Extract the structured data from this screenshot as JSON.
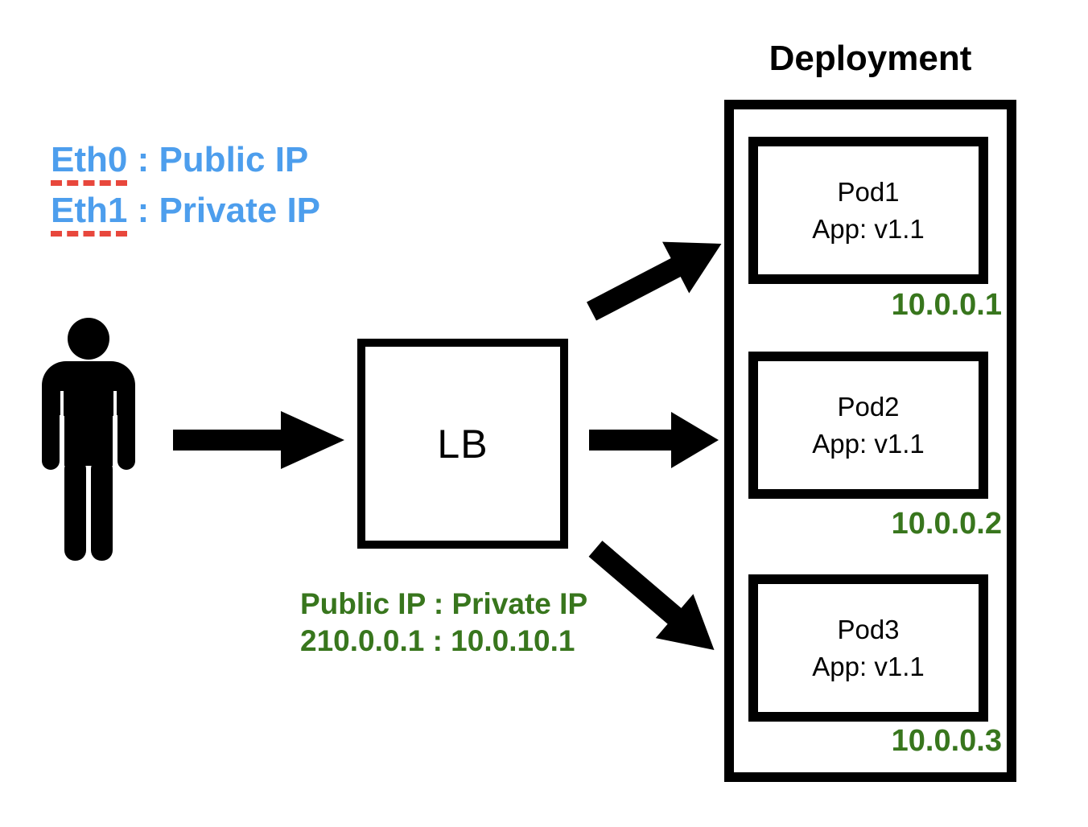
{
  "diagram_title": "Deployment",
  "colors": {
    "note_blue": "#4d9eed",
    "note_green": "#38761d",
    "underline_red": "#e8473c",
    "shape_black": "#000000",
    "background": "#ffffff"
  },
  "annotations": {
    "eth_note": {
      "lines": [
        {
          "term": "Eth0",
          "rest": " : Public IP"
        },
        {
          "term": "Eth1",
          "rest": " : Private IP"
        }
      ]
    },
    "nat_note": {
      "line1": "Public IP : Private IP",
      "line2": "210.0.0.1 : 10.0.10.1"
    }
  },
  "load_balancer": {
    "label": "LB"
  },
  "deployment": {
    "title": "Deployment",
    "pods": [
      {
        "name": "Pod1",
        "app": "App: v1.1",
        "ip": "10.0.0.1"
      },
      {
        "name": "Pod2",
        "app": "App: v1.1",
        "ip": "10.0.0.2"
      },
      {
        "name": "Pod3",
        "app": "App: v1.1",
        "ip": "10.0.0.3"
      }
    ]
  },
  "icons": {
    "user": "person-icon",
    "arrows": [
      "arrow-user-to-lb",
      "arrow-lb-to-pod1",
      "arrow-lb-to-pod2",
      "arrow-lb-to-pod3"
    ]
  }
}
